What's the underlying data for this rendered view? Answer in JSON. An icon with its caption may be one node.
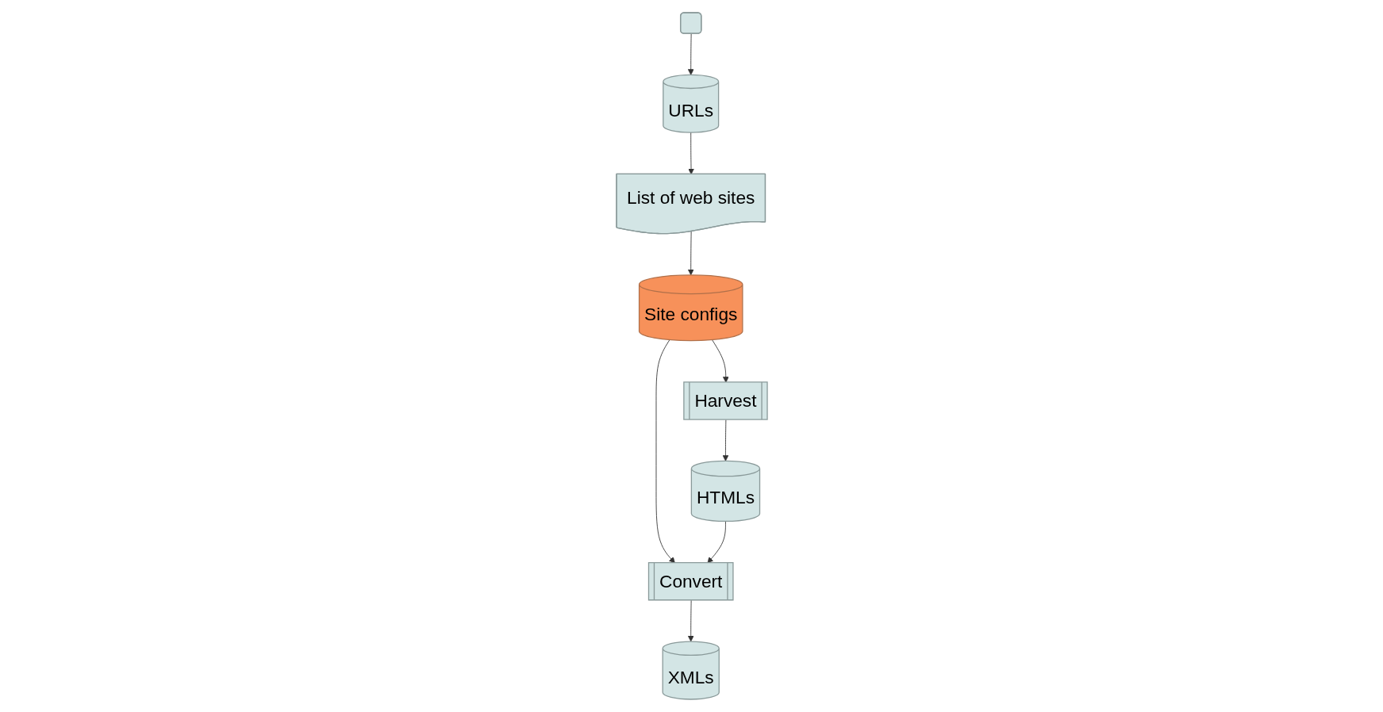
{
  "diagram": {
    "nodes": [
      {
        "text": [],
        "shape": "box"
      },
      {
        "text": [
          "URLs"
        ]
      },
      {
        "text": [
          "List of web sites"
        ]
      },
      {
        "text": [
          "Site configs"
        ]
      },
      {
        "text": [
          "Harvest"
        ]
      },
      {
        "text": [
          "HTMLs"
        ]
      },
      {
        "text": [
          "Convert"
        ]
      },
      {
        "text": [
          "XMLs"
        ]
      }
    ],
    "edges": [
      {
        "from": 0,
        "to": 1,
        "arrow": "to"
      },
      {
        "from": 1,
        "to": 2,
        "arrow": "to"
      },
      {
        "from": 2,
        "to": 3,
        "arrow": "to"
      },
      {
        "from": 3,
        "to": 4,
        "arrow": "to"
      },
      {
        "from": 3,
        "to": 6,
        "arrow": "to"
      },
      {
        "from": 4,
        "to": 5,
        "arrow": "to"
      },
      {
        "from": 5,
        "to": 6,
        "arrow": "to"
      },
      {
        "from": 6,
        "to": 7,
        "arrow": "to"
      }
    ]
  }
}
